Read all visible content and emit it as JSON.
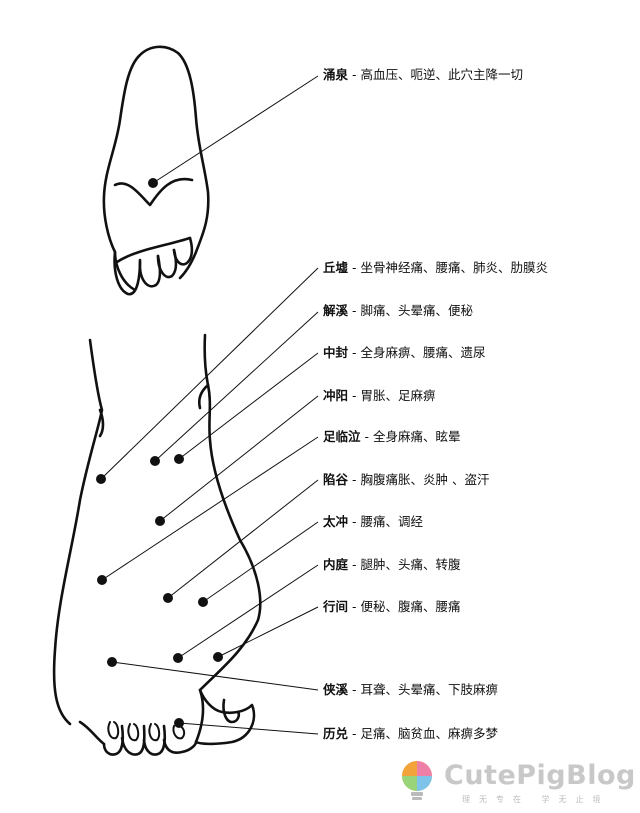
{
  "points": [
    {
      "name": "涌泉",
      "desc": "高血压、呃逆、此穴主降一切"
    },
    {
      "name": "丘墟",
      "desc": "坐骨神经痛、腰痛、肺炎、肋膜炎"
    },
    {
      "name": "解溪",
      "desc": "脚痛、头晕痛、便秘"
    },
    {
      "name": "中封",
      "desc": "全身麻痹、腰痛、遗尿"
    },
    {
      "name": "冲阳",
      "desc": "胃胀、足麻痹"
    },
    {
      "name": "足临泣",
      "desc": "全身麻痛、眩晕"
    },
    {
      "name": "陷谷",
      "desc": "胸腹痛胀、炎肿 、盗汗"
    },
    {
      "name": "太冲",
      "desc": "腰痛、调经"
    },
    {
      "name": "内庭",
      "desc": "腿肿、头痛、转腹"
    },
    {
      "name": "行间",
      "desc": "便秘、腹痛、腰痛"
    },
    {
      "name": "侠溪",
      "desc": "耳聋、头晕痛、下肢麻痹"
    },
    {
      "name": "历兑",
      "desc": "足痛、脑贫血、麻痹多梦"
    }
  ],
  "separator": "-",
  "watermark": {
    "brand": "CutePigBlog",
    "slogan": "理无专在 学无止境"
  },
  "colors": {
    "ink": "#111111",
    "watermark_gray": "#c8c8c8",
    "bulb_yellow": "#f7d25a",
    "bulb_orange": "#f2a33a",
    "bulb_pink": "#ee7fa7",
    "bulb_blue": "#7ec3ea",
    "bulb_green": "#9ad47a"
  }
}
